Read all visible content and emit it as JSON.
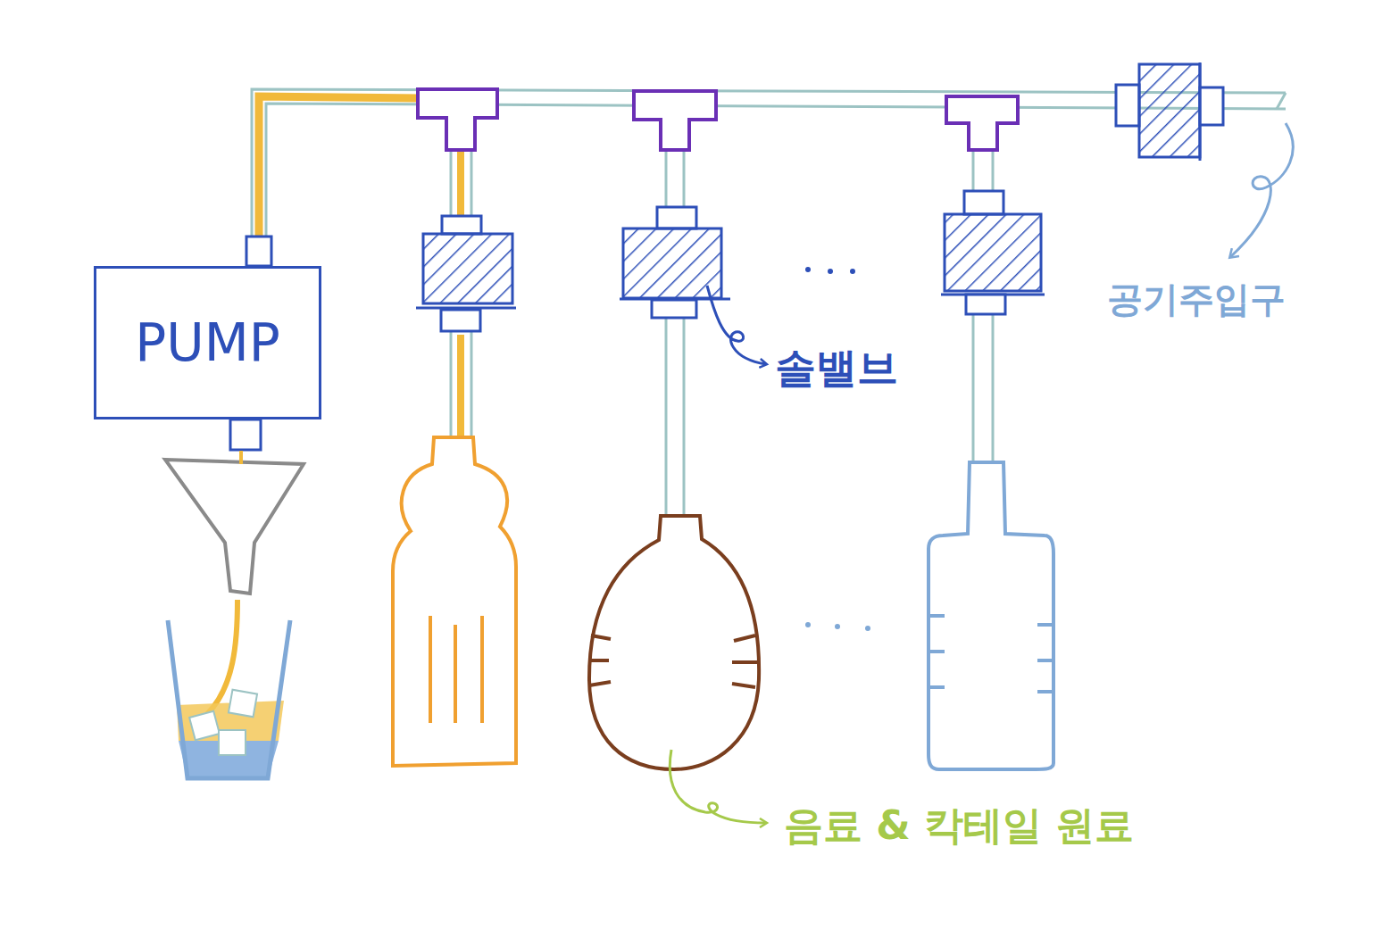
{
  "diagram": {
    "nodes": [
      {
        "text": [
          "PUMP"
        ]
      }
    ],
    "labels": [
      "솔밸브",
      "공기주입구",
      "음료 & 칵테일 원료"
    ]
  }
}
